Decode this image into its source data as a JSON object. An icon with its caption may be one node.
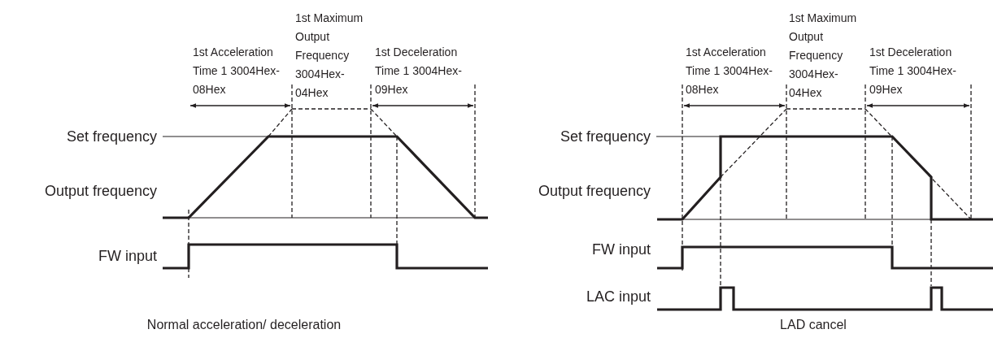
{
  "diagram": {
    "labels": [
      "1st Maximum Output Frequency 3004Hex-04Hex",
      "1st Acceleration Time 1 3004Hex-08Hex",
      "1st Deceleration Time 1 3004Hex-09Hex",
      "Set frequency",
      "Output frequency",
      "FW input",
      "Normal acceleration/ deceleration",
      "1st Maximum Output Frequency 3004Hex-04Hex",
      "1st Acceleration Time 1 3004Hex-08Hex",
      "1st Deceleration Time 1 3004Hex-09Hex",
      "Set frequency",
      "Output frequency",
      "FW input",
      "LAC input",
      "LAD cancel"
    ]
  }
}
